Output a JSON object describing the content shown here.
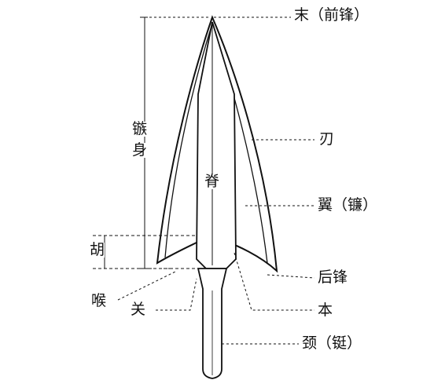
{
  "labels": {
    "tip": "末（前锋）",
    "body_top": "镞",
    "body_bottom": "身",
    "edge": "刃",
    "ridge": "脊",
    "wing": "翼（镰）",
    "barb_width": "胡",
    "rear_point": "后锋",
    "throat": "喉",
    "guard": "关",
    "base": "本",
    "tang": "颈（铤）"
  },
  "colors": {
    "ink": "#111111",
    "background": "#ffffff"
  }
}
